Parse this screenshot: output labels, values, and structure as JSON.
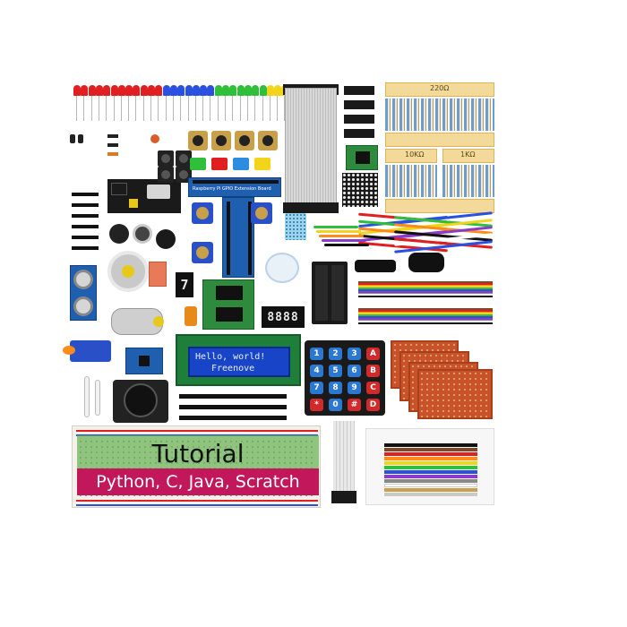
{
  "product": {
    "lcd_line1": "Hello, world!",
    "lcd_line2": "Freenove",
    "extension_board_label": "Raspberry Pi GPIO Extension Board",
    "tutorial_title": "Tutorial",
    "tutorial_languages": "Python, C, Java, Scratch"
  },
  "resistor_labels": {
    "r220": "220Ω",
    "r10k": "10KΩ",
    "r1k": "1KΩ"
  },
  "seven_segment": {
    "single_digit": "7",
    "four_digit": "8888"
  },
  "keypad": {
    "keys": [
      "1",
      "2",
      "3",
      "A",
      "4",
      "5",
      "6",
      "B",
      "7",
      "8",
      "9",
      "C",
      "*",
      "0",
      "#",
      "D"
    ]
  },
  "led_colors": {
    "red": "#e02020",
    "blue": "#2a50e0",
    "green": "#2fbf3a",
    "yellow": "#f2d51b"
  },
  "button_cap_colors": [
    "#2fbf3a",
    "#e02020",
    "#2a8de0",
    "#f2d51b"
  ],
  "jumper_colors": [
    "#e02020",
    "#2a50e0",
    "#2fbf3a",
    "#f2d51b",
    "#ff8c1a",
    "#8a3cc8",
    "#111111",
    "#ffffff"
  ],
  "rainbow_colors": [
    "#7a4a2a",
    "#e02020",
    "#ff8c1a",
    "#f2d51b",
    "#2fbf3a",
    "#2a50e0",
    "#8a3cc8",
    "#888888",
    "#ffffff",
    "#111111"
  ]
}
